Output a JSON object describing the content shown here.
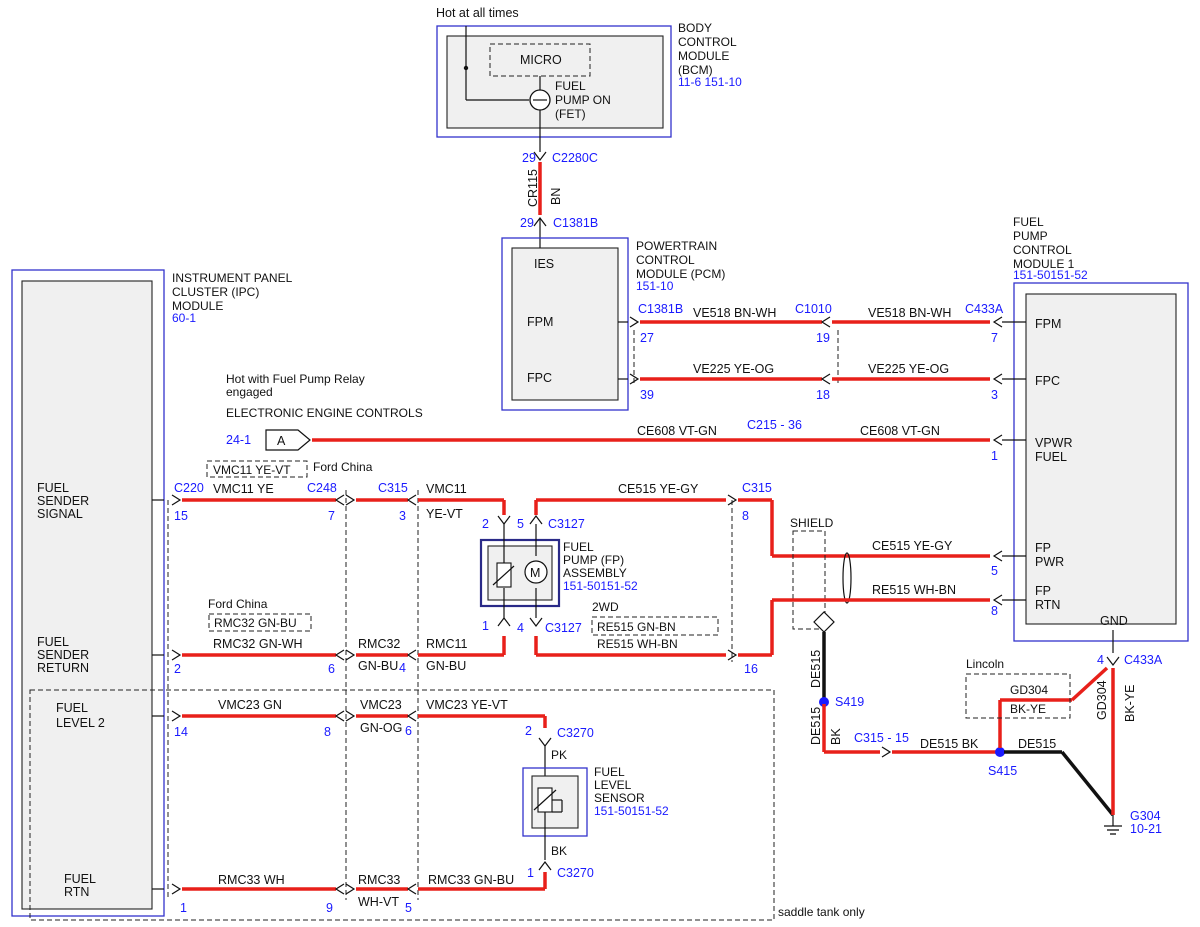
{
  "bcm": {
    "hot_label": "Hot at all times",
    "name_lines": [
      "BODY",
      "CONTROL",
      "MODULE",
      "(BCM)"
    ],
    "ref": "11-6  151-10",
    "micro": "MICRO",
    "fet_lines": [
      "FUEL",
      "PUMP ON",
      "(FET)"
    ]
  },
  "bcm_pcm_link": {
    "top_pin": "29",
    "top_conn": "C2280C",
    "circuit": "CR115",
    "color": "BN",
    "bottom_pin": "29",
    "bottom_conn": "C1381B"
  },
  "pcm": {
    "name_lines": [
      "POWERTRAIN",
      "CONTROL",
      "MODULE (PCM)"
    ],
    "ref": "151-10",
    "pins": [
      "IES",
      "FPM",
      "FPC"
    ]
  },
  "fpcm": {
    "name_lines": [
      "FUEL",
      "PUMP",
      "CONTROL",
      "MODULE 1"
    ],
    "ref": "151-50151-52",
    "pins": {
      "fpm": "FPM",
      "fpc": "FPC",
      "vpwr": [
        "VPWR",
        "FUEL"
      ],
      "fp_pwr": [
        "FP",
        "PWR"
      ],
      "fp_rtn": [
        "FP",
        "RTN"
      ],
      "gnd": "GND"
    }
  },
  "ipc": {
    "name_lines": [
      "INSTRUMENT PANEL",
      "CLUSTER (IPC)",
      "MODULE"
    ],
    "ref": "60-1",
    "pins": {
      "sender_signal": [
        "FUEL",
        "SENDER",
        "SIGNAL"
      ],
      "sender_return": [
        "FUEL",
        "SENDER",
        "RETURN"
      ],
      "level2": [
        "FUEL",
        "LEVEL 2"
      ],
      "rtn": [
        "FUEL",
        "RTN"
      ]
    }
  },
  "wires": {
    "fpm_pcm_conn": "C1381B",
    "fpm_pcm_pin": "27",
    "fpm_mid_conn": "C1010",
    "fpm_mid_pin": "19",
    "fpm_left": "VE518  BN-WH",
    "fpm_right": "VE518  BN-WH",
    "fpm_fpcm_conn": "C433A",
    "fpm_fpcm_pin": "7",
    "fpc_pcm_pin": "39",
    "fpc_mid_pin": "18",
    "fpc_fpcm_pin": "3",
    "fpc_left": "VE225  YE-OG",
    "fpc_right": "VE225  YE-OG",
    "relay_note_lines": [
      "Hot with Fuel Pump Relay",
      "engaged"
    ],
    "eec_label": "ELECTRONIC ENGINE CONTROLS",
    "eec_ref": "24-1",
    "eec_connector": "A",
    "ce608_left": "CE608  VT-GN",
    "ce608_right": "CE608  VT-GN",
    "c215": "C215 - 36",
    "vpwr_pin": "1",
    "china_top_alt": "VMC11  YE-VT",
    "ford_china": "Ford China",
    "c220": "C220",
    "c248": "C248",
    "c315": "C315",
    "vmc11_ye": "VMC11  YE",
    "vmc11": "VMC11",
    "ye_vt": "YE-VT",
    "pin15": "15",
    "pin7": "7",
    "pin3": "3",
    "ce515_top": "CE515  YE-GY",
    "c315_right": "C315",
    "pin8_c315": "8",
    "c3127_top": "C3127",
    "pin2": "2",
    "pin5": "5",
    "shield": "SHIELD",
    "ce515_fp": "CE515  YE-GY",
    "fp_pwr_pin": "5",
    "re515_fp": "RE515  WH-BN",
    "fp_rtn_pin": "8",
    "fuel_pump_lines": [
      "FUEL",
      "PUMP (FP)",
      "ASSEMBLY"
    ],
    "fuel_pump_ref": "151-50151-52",
    "pin1": "1",
    "pin4": "4",
    "c3127_bot": "C3127",
    "two_wd": "2WD",
    "re515_gnbn": "RE515  GN-BN",
    "re515_whbn": "RE515  WH-BN",
    "pin16": "16",
    "ford_china2": "Ford China",
    "rmc32_alt": "RMC32  GN-BU",
    "rmc32_gnwh": "RMC32  GN-WH",
    "rmc32": "RMC32",
    "gn_bu": "GN-BU",
    "rmc11": "RMC11",
    "gn_bu2": "GN-BU",
    "pin2_ipc": "2",
    "pin6": "6",
    "pin4_c315": "4",
    "vmc23_gn": "VMC23  GN",
    "vmc23": "VMC23",
    "gn_og": "GN-OG",
    "vmc23_yevt": "VMC23  YE-VT",
    "pin14": "14",
    "pin8": "8",
    "pin6_c315": "6",
    "c3270_top": "C3270",
    "pin2_c3270": "2",
    "pk": "PK",
    "level_sensor_lines": [
      "FUEL",
      "LEVEL",
      "SENSOR"
    ],
    "level_sensor_ref": "151-50151-52",
    "bk_sensor": "BK",
    "pin1_c3270": "1",
    "c3270_bot": "C3270",
    "rmc33_wh": "RMC33  WH",
    "rmc33": "RMC33",
    "wh_vt": "WH-VT",
    "rmc33_gnbu": "RMC33  GN-BU",
    "pin1_ipc": "1",
    "pin9": "9",
    "pin5_c315": "5",
    "saddle": "saddle tank only",
    "de515_vert": "DE515",
    "s419": "S419",
    "de515_vert2": "DE515",
    "bk_vert": "BK",
    "c315_15": "C315 - 15",
    "de515_bk": "DE515  BK",
    "s415": "S415",
    "de515_right": "DE515",
    "lincoln": "Lincoln",
    "gd304_top": "GD304",
    "bk_ye_box": "BK-YE",
    "gd304_vert": "GD304",
    "bk_ye_vert": "BK-YE",
    "gnd_pin": "4",
    "c433a_gnd": "C433A",
    "g304": "G304",
    "g304_ref": "10-21"
  }
}
